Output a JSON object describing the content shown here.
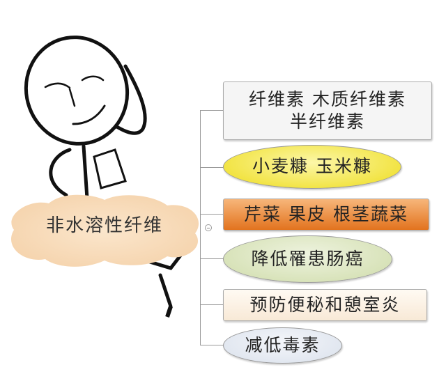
{
  "central_topic": "非水溶性纤维",
  "branches": [
    {
      "lines": [
        "纤维素 木质纤维素",
        "半纤维素"
      ],
      "shape": "rectangle",
      "color": "#f4f4f4"
    },
    {
      "lines": [
        "小麦糠 玉米糠"
      ],
      "shape": "ellipse",
      "color": "#f3e63a"
    },
    {
      "lines": [
        "芹菜 果皮 根茎蔬菜"
      ],
      "shape": "rectangle",
      "color": "#ec8a3a"
    },
    {
      "lines": [
        "降低罹患肠癌"
      ],
      "shape": "ellipse",
      "color": "#dbe6c0"
    },
    {
      "lines": [
        "预防便秘和憩室炎"
      ],
      "shape": "rectangle",
      "color": "#fbf1e4"
    },
    {
      "lines": [
        "减低毒素"
      ],
      "shape": "ellipse",
      "color": "#e4e9f1"
    }
  ],
  "collapse_icon": "minus-circle-icon"
}
